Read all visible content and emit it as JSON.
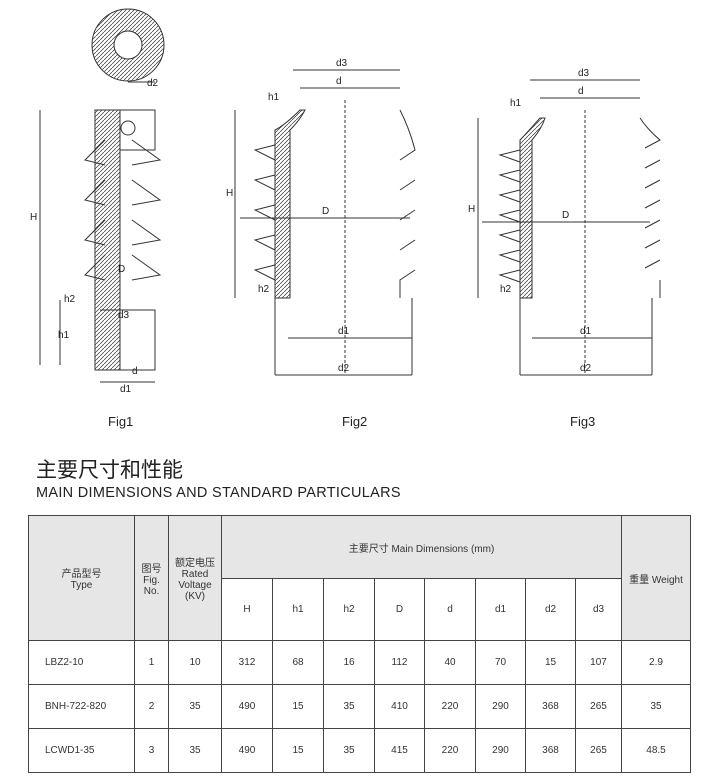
{
  "figures": [
    {
      "caption": "Fig1",
      "labels": {
        "d2": "d2",
        "H": "H",
        "D": "D",
        "h2": "h2",
        "d3": "d3",
        "h1": "h1",
        "d": "d",
        "d1": "d1"
      }
    },
    {
      "caption": "Fig2",
      "labels": {
        "d3": "d3",
        "d": "d",
        "h1": "h1",
        "H": "H",
        "D": "D",
        "h2": "h2",
        "d1": "d1",
        "d2": "d2"
      }
    },
    {
      "caption": "Fig3",
      "labels": {
        "d3": "d3",
        "d": "d",
        "h1": "h1",
        "H": "H",
        "D": "D",
        "h2": "h2",
        "d1": "d1",
        "d2": "d2"
      }
    }
  ],
  "title_cn": "主要尺寸和性能",
  "title_en": "MAIN DIMENSIONS AND STANDARD PARTICULARS",
  "table": {
    "headers": {
      "type_cn": "产品型号",
      "type_en": "Type",
      "fig_cn": "图号",
      "fig_en1": "Fig.",
      "fig_en2": "No.",
      "volt_cn": "额定电压",
      "volt_en1": "Rated",
      "volt_en2": "Voltage",
      "volt_en3": "(KV)",
      "dims": "主要尺寸 Main Dimensions (mm)",
      "sub": [
        "H",
        "h1",
        "h2",
        "D",
        "d",
        "d1",
        "d2",
        "d3"
      ],
      "weight": "重量 Weight"
    },
    "rows": [
      [
        "LBZ2-10",
        "1",
        "10",
        "312",
        "68",
        "16",
        "112",
        "40",
        "70",
        "15",
        "107",
        "2.9"
      ],
      [
        "BNH-722-820",
        "2",
        "35",
        "490",
        "15",
        "35",
        "410",
        "220",
        "290",
        "368",
        "265",
        "35"
      ],
      [
        "LCWD1-35",
        "3",
        "35",
        "490",
        "15",
        "35",
        "415",
        "220",
        "290",
        "368",
        "265",
        "48.5"
      ]
    ]
  }
}
